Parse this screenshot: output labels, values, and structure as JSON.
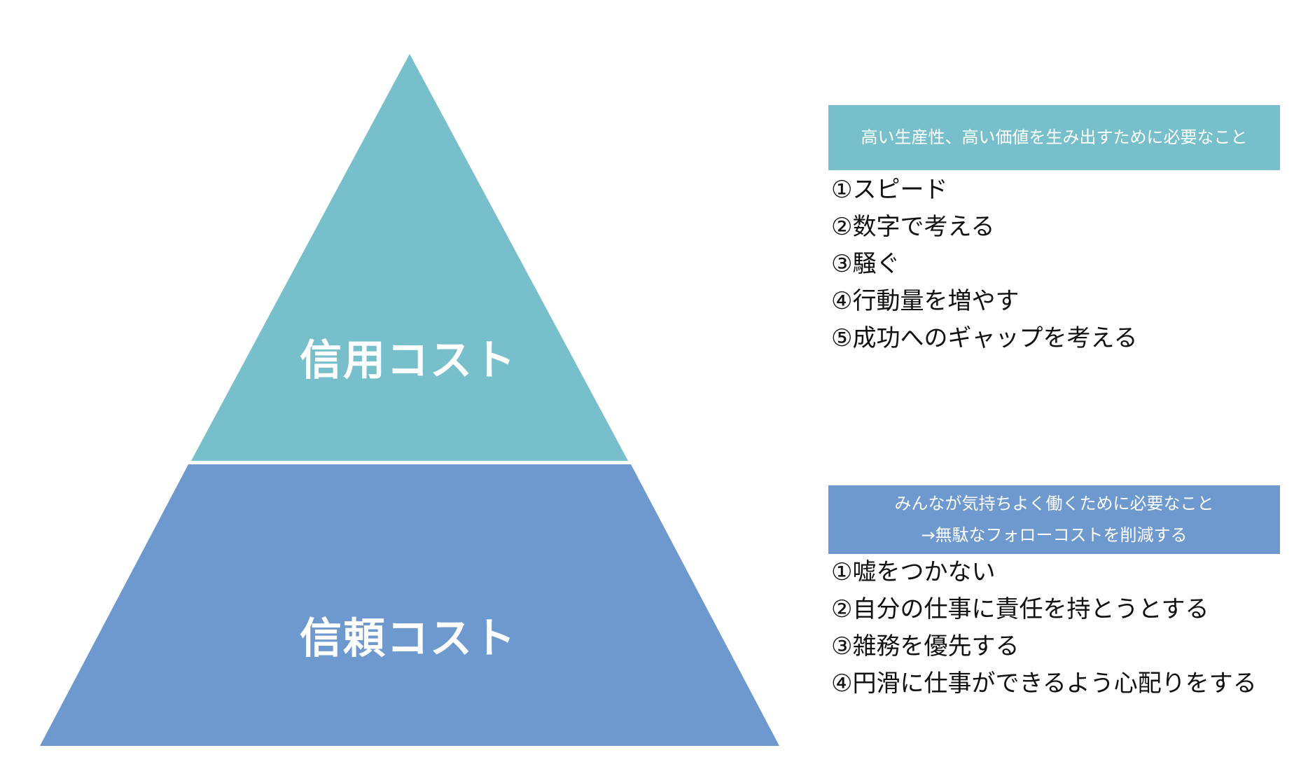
{
  "colors": {
    "top_tier": "#78bfcc",
    "bottom_tier": "#6d99cf",
    "separator": "#ffffff"
  },
  "pyramid": {
    "top_tier_label": "信用コスト",
    "bottom_tier_label": "信頼コスト"
  },
  "panels": [
    {
      "header_lines": [
        "高い生産性、高い価値を生み出すために必要なこと"
      ],
      "items": [
        "①スピード",
        "②数字で考える",
        "③騒ぐ",
        "④行動量を増やす",
        "⑤成功へのギャップを考える"
      ]
    },
    {
      "header_lines": [
        "みんなが気持ちよく働くために必要なこと",
        "→無駄なフォローコストを削減する"
      ],
      "items": [
        "①嘘をつかない",
        "②自分の仕事に責任を持とうとする",
        "③雑務を優先する",
        "④円滑に仕事ができるよう心配りをする"
      ]
    }
  ]
}
